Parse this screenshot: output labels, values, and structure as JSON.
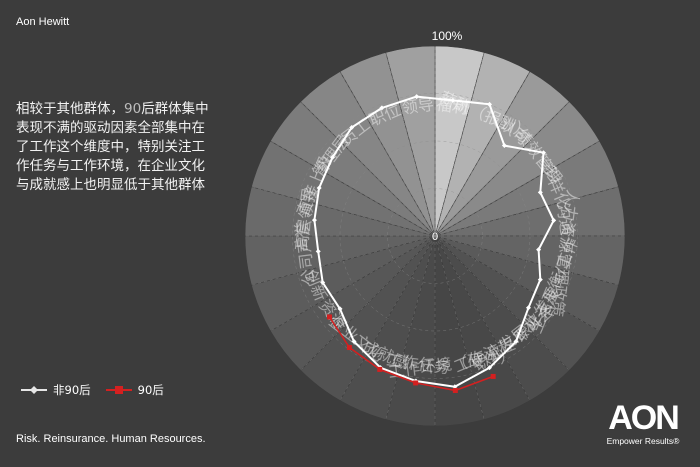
{
  "header": {
    "brand": "Aon Hewitt"
  },
  "description": {
    "part1": "相较于其他群体，",
    "highlight": "90",
    "part2": "后群体集中表现不满的驱动因素全部集中在了工作这个维度中，特别关注工作任务与工作环境，在企业文化与成就感上也明显低于其他群体"
  },
  "footer": {
    "tagline": "Risk. Reinsurance. Human Resources.",
    "logo_word": "AON",
    "logo_sub": "Empower Results®"
  },
  "colors": {
    "background": "#3c3c3c",
    "non90": "#ffffff",
    "post90": "#d42020",
    "grid": "#8a8a8a"
  },
  "chart_data": {
    "type": "radar",
    "max_label": "100%",
    "center_label": "0",
    "categories": [
      "福利",
      "薪酬（报酬）",
      "认可",
      "绩效管理",
      "多样化",
      "沟通",
      "人力资源管理政策",
      "生活平衡/工作",
      "职业发展",
      "职业发展机会",
      "工作流程",
      "工作环境（硬件）",
      "工作任务",
      "成就感",
      "企业文化",
      "资源",
      "创新",
      "公司声誉",
      "高层领导",
      "直接上级",
      "管理层",
      "员工",
      "职位",
      "领导"
    ],
    "series": [
      {
        "name": "非90后",
        "color": "#ffffff",
        "marker": "diamond",
        "values": [
          72,
          75,
          60,
          72,
          60,
          63,
          55,
          60,
          62,
          70,
          75,
          80,
          77,
          75,
          70,
          63,
          64,
          62,
          64,
          66,
          68,
          72,
          73,
          74
        ]
      },
      {
        "name": "90后",
        "color": "#d42020",
        "marker": "square",
        "values": [
          null,
          null,
          null,
          null,
          null,
          null,
          null,
          null,
          null,
          null,
          80,
          82,
          78,
          76,
          74,
          70,
          null,
          null,
          null,
          null,
          null,
          null,
          null,
          null
        ]
      }
    ]
  }
}
